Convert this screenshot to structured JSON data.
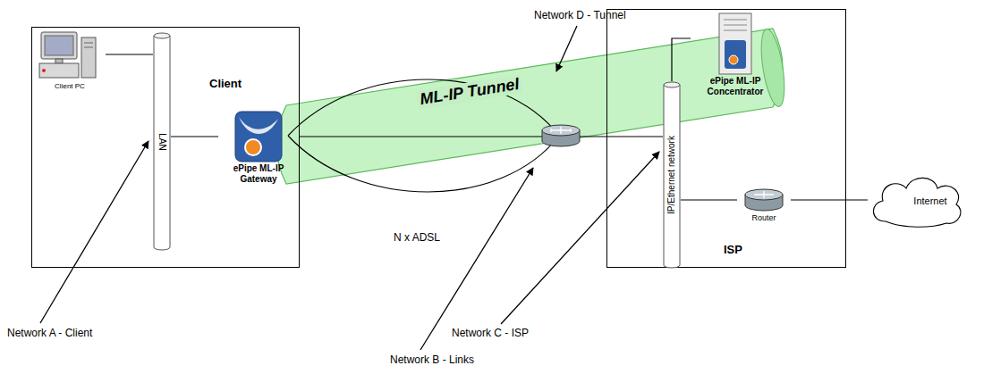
{
  "diagram": {
    "nodes": [
      {
        "text": [
          "Client"
        ]
      },
      {
        "text": [
          "Client PC"
        ],
        "in": 0
      },
      {
        "text": [
          "LAN"
        ],
        "in": 0
      },
      {
        "text": [
          "ePipe ML-IP Gateway"
        ],
        "in": 0
      },
      {
        "text": [
          "ISP"
        ]
      },
      {
        "text": [
          "ePipe ML-IP Concentrator"
        ],
        "in": 4
      },
      {
        "text": [
          "IP/Ethernet network"
        ],
        "in": 4
      },
      {
        "text": [
          "Router"
        ],
        "in": 4
      },
      {
        "text": [
          "Internet"
        ]
      }
    ],
    "edges": [
      {
        "from": 1,
        "to": 2,
        "arrow": "none"
      },
      {
        "from": 2,
        "to": 3,
        "arrow": "none"
      },
      {
        "from": 3,
        "to": 6,
        "arrow": "none"
      },
      {
        "from": 5,
        "to": 6,
        "arrow": "none"
      },
      {
        "from": 7,
        "to": 6,
        "arrow": "none"
      },
      {
        "from": 7,
        "to": 8,
        "arrow": "none"
      }
    ],
    "labels": [
      "Network D - Tunnel",
      "ML-IP Tunnel",
      "N x ADSL",
      "Network A - Client",
      "Network B - Links",
      "Network C - ISP"
    ]
  }
}
